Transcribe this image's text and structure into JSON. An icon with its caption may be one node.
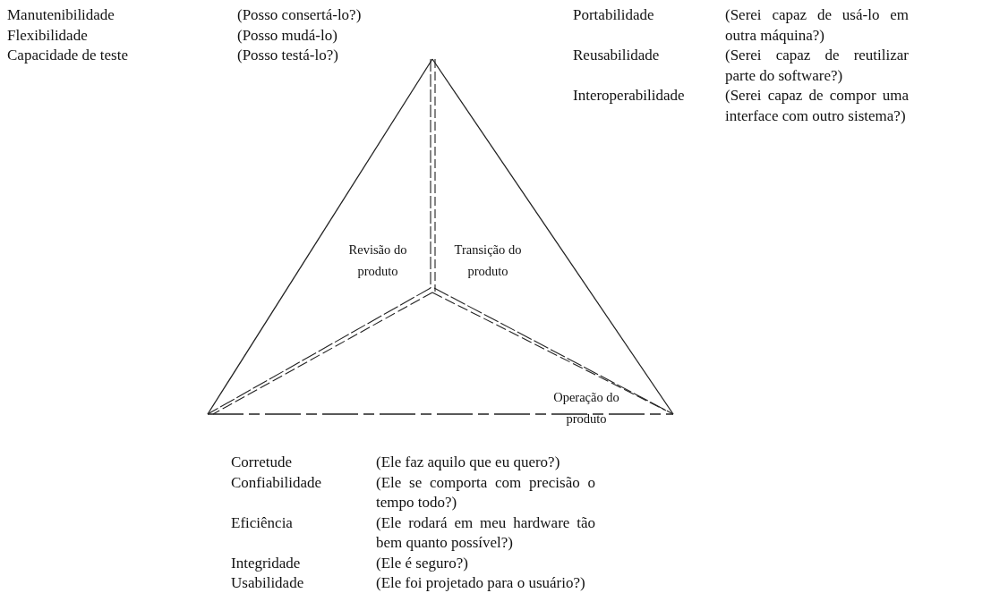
{
  "diagram": {
    "nodes": [
      {
        "text": [
          "Revisão do produto"
        ]
      },
      {
        "text": [
          "Transição do produto"
        ]
      },
      {
        "text": [
          "Operação do produto"
        ]
      }
    ],
    "labels": [
      "Manutenibilidade",
      "(Posso consertá-lo?)",
      "Portabilidade",
      "(Serei capaz de usá-lo em outra máquina?)",
      "Flexibilidade",
      "(Posso mudá-lo)",
      "Capacidade de teste",
      "(Posso testá-lo?)",
      "Reusabilidade",
      "(Serei capaz de reutilizar parte do software?)",
      "Interoperabilidade",
      "(Serei capaz de compor uma interface com outro sistema?)",
      "Corretude",
      "(Ele faz aquilo que eu quero?)",
      "Confiabilidade",
      "(Ele se comporta com precisão o tempo todo?)",
      "Eficiência",
      "(Ele rodará em meu hardware tão bem quanto possível?)",
      "Integridade",
      "(Ele é seguro?)",
      "Usabilidade",
      "(Ele foi projetado para o usuário?)"
    ]
  }
}
